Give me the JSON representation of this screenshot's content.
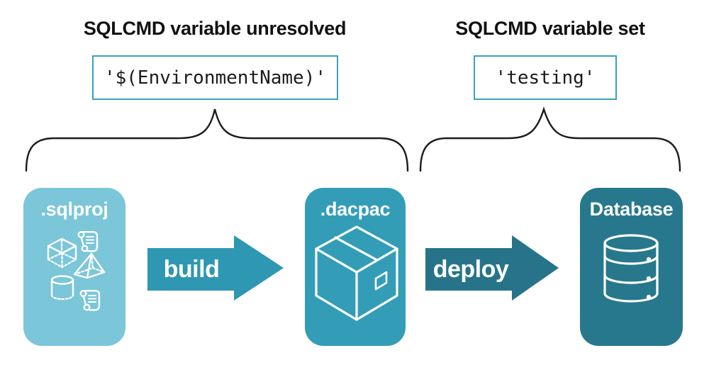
{
  "annotations": {
    "left": {
      "heading": "SQLCMD variable unresolved",
      "code": "'$(EnvironmentName)'"
    },
    "right": {
      "heading": "SQLCMD variable set",
      "code": "'testing'"
    }
  },
  "pipeline": {
    "nodes": [
      {
        "id": "sqlproj",
        "label": ".sqlproj",
        "color": "#7bc6d9",
        "icon": "sql-objects-icon"
      },
      {
        "id": "dacpac",
        "label": ".dacpac",
        "color": "#339db8",
        "icon": "package-box-icon"
      },
      {
        "id": "database",
        "label": "Database",
        "color": "#27788c",
        "icon": "database-cylinders-icon"
      }
    ],
    "arrows": [
      {
        "label": "build",
        "color": "#2e97b2"
      },
      {
        "label": "deploy",
        "color": "#27748a"
      }
    ]
  },
  "colors": {
    "background": "#ffffff",
    "code_box_border": "#39a2be",
    "brace_stroke": "#1c1c1c",
    "heading_text": "#111111",
    "code_text": "#1b1b1b",
    "icon_stroke": "#ffffff",
    "node_label_text": "#ffffff"
  }
}
